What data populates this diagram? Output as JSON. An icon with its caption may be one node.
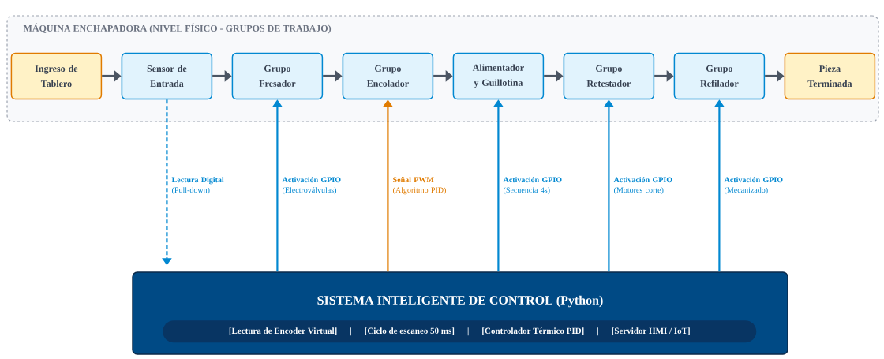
{
  "diagram": {
    "nodes": [
      {
        "text": [
          "MÁQUINA ENCHAPADORA (NIVEL FÍSICO - GRUPOS DE TRABAJO)"
        ]
      },
      {
        "text": [
          "Ingreso de Tablero"
        ],
        "in": 0
      },
      {
        "text": [
          "Sensor de Entrada"
        ],
        "in": 0
      },
      {
        "text": [
          "Grupo Fresador"
        ],
        "in": 0
      },
      {
        "text": [
          "Grupo Encolador"
        ],
        "in": 0
      },
      {
        "text": [
          "Alimentador y Guillotina"
        ],
        "in": 0
      },
      {
        "text": [
          "Grupo Retestador"
        ],
        "in": 0
      },
      {
        "text": [
          "Grupo Refilador"
        ],
        "in": 0
      },
      {
        "text": [
          "Pieza Terminada"
        ],
        "in": 0
      },
      {
        "text": [
          "SISTEMA INTELIGENTE DE CONTROL (Python)"
        ]
      },
      {
        "text": [
          "[Lectura de Encoder Virtual]",
          "|",
          "[Ciclo de escaneo 50 ms]",
          "|",
          "[Controlador Térmico PID]",
          "|",
          "[Servidor HMI / IoT]"
        ],
        "in": 9
      }
    ],
    "edges": [
      {
        "from": 1,
        "to": 2,
        "arrow": "to"
      },
      {
        "from": 2,
        "to": 3,
        "arrow": "to"
      },
      {
        "from": 3,
        "to": 4,
        "arrow": "to"
      },
      {
        "from": 4,
        "to": 5,
        "arrow": "to"
      },
      {
        "from": 5,
        "to": 6,
        "arrow": "to"
      },
      {
        "from": 6,
        "to": 7,
        "arrow": "to"
      },
      {
        "from": 7,
        "to": 8,
        "arrow": "to"
      },
      {
        "from": 2,
        "to": 9,
        "arrow": "to",
        "label": "**Lectura Digital** (Pull-down)",
        "style": "dashed",
        "color": "#0288d1"
      },
      {
        "from": 9,
        "to": 3,
        "arrow": "to",
        "label": "**Activación GPIO** (Electroválvulas)",
        "color": "#0288d1"
      },
      {
        "from": 9,
        "to": 4,
        "arrow": "to",
        "label": "**Señal PWM** (Algoritmo PID)",
        "color": "#e07b00"
      },
      {
        "from": 9,
        "to": 5,
        "arrow": "to",
        "label": "**Activación GPIO** (Secuencia 4s)",
        "color": "#0288d1"
      },
      {
        "from": 9,
        "to": 6,
        "arrow": "to",
        "label": "**Activación GPIO** (Motores corte)",
        "color": "#0288d1"
      },
      {
        "from": 9,
        "to": 7,
        "arrow": "to",
        "label": "**Activación GPIO** (Mecanizado)",
        "color": "#0288d1"
      }
    ]
  }
}
